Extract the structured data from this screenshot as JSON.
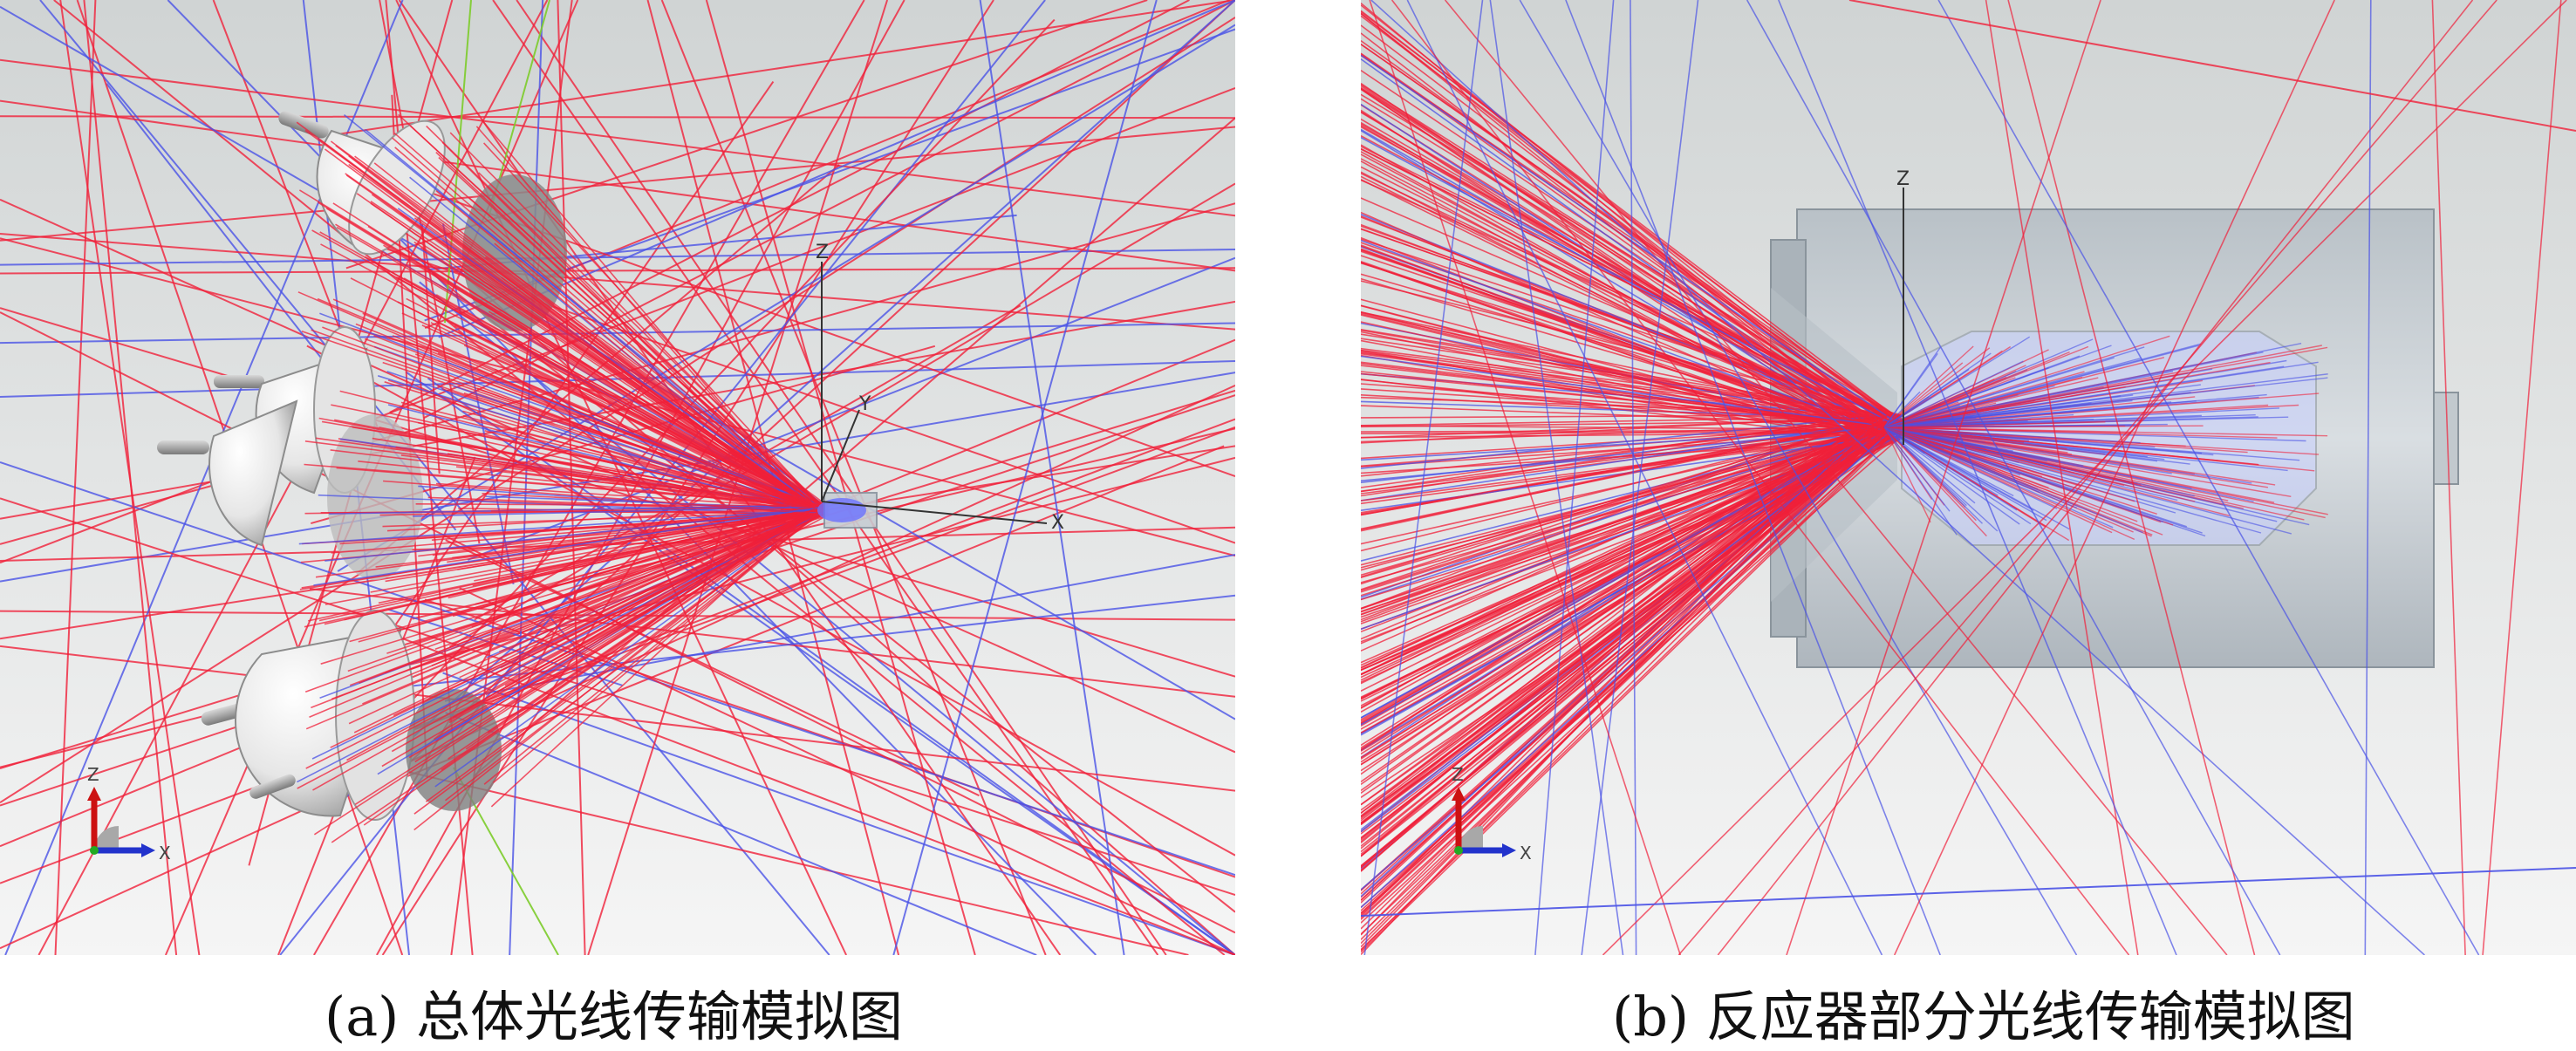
{
  "panels": [
    {
      "id": "a",
      "caption": "(a) 总体光线传输模拟图",
      "axis_labels": {
        "z": "Z",
        "x": "X",
        "y": "Y"
      },
      "triad_labels": {
        "z": "Z",
        "x": "X"
      }
    },
    {
      "id": "b",
      "caption": "(b) 反应器部分光线传输模拟图",
      "axis_labels": {
        "z": "Z"
      },
      "triad_labels": {
        "z": "Z",
        "x": "X"
      }
    }
  ],
  "colors": {
    "ray_red": "#f0203a",
    "ray_blue": "#4a52e6",
    "ray_green": "#7ccc2a",
    "background_top": "#d2d6d6",
    "background_bottom": "#f4f4f4",
    "reactor_body": "#c6cdd2",
    "reflector": "#f2f2f2"
  }
}
